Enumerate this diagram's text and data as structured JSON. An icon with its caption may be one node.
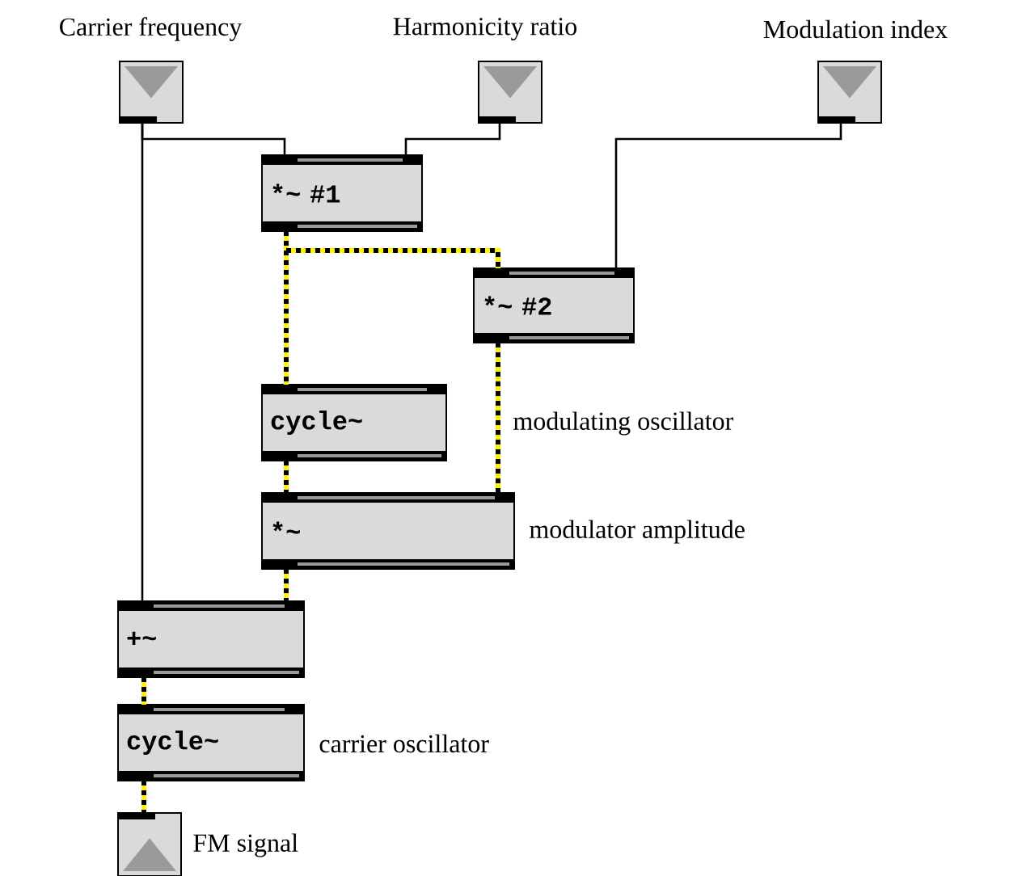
{
  "diagram": {
    "nodes": [
      {
        "text": [],
        "shape": "box",
        "beside": [
          "Carrier frequency"
        ]
      },
      {
        "text": [],
        "shape": "box",
        "beside": [
          "Harmonicity ratio"
        ]
      },
      {
        "text": [],
        "shape": "box",
        "beside": [
          "Modulation index"
        ]
      },
      {
        "text": [
          "*~ #1"
        ]
      },
      {
        "text": [
          "*~ #2"
        ]
      },
      {
        "text": [
          "cycle~"
        ],
        "beside": [
          "modulating oscillator"
        ]
      },
      {
        "text": [
          "*~"
        ],
        "beside": [
          "modulator amplitude"
        ]
      },
      {
        "text": [
          "+~"
        ]
      },
      {
        "text": [
          "cycle~"
        ],
        "beside": [
          "carrier oscillator"
        ]
      },
      {
        "text": [],
        "shape": "box",
        "beside": [
          "FM signal"
        ]
      }
    ],
    "edges": [
      {
        "from": 0,
        "to": 3,
        "arrow": "none",
        "color": "#000000"
      },
      {
        "from": 0,
        "to": 7,
        "arrow": "none",
        "color": "#000000"
      },
      {
        "from": 1,
        "to": 3,
        "arrow": "none",
        "color": "#000000"
      },
      {
        "from": 2,
        "to": 4,
        "arrow": "none",
        "color": "#000000"
      },
      {
        "from": 3,
        "to": 5,
        "arrow": "none"
      },
      {
        "from": 3,
        "to": 4,
        "arrow": "none"
      },
      {
        "from": 5,
        "to": 6,
        "arrow": "none"
      },
      {
        "from": 4,
        "to": 6,
        "arrow": "none"
      },
      {
        "from": 6,
        "to": 7,
        "arrow": "none"
      },
      {
        "from": 7,
        "to": 8,
        "arrow": "none"
      },
      {
        "from": 8,
        "to": 9,
        "arrow": "none"
      }
    ]
  }
}
